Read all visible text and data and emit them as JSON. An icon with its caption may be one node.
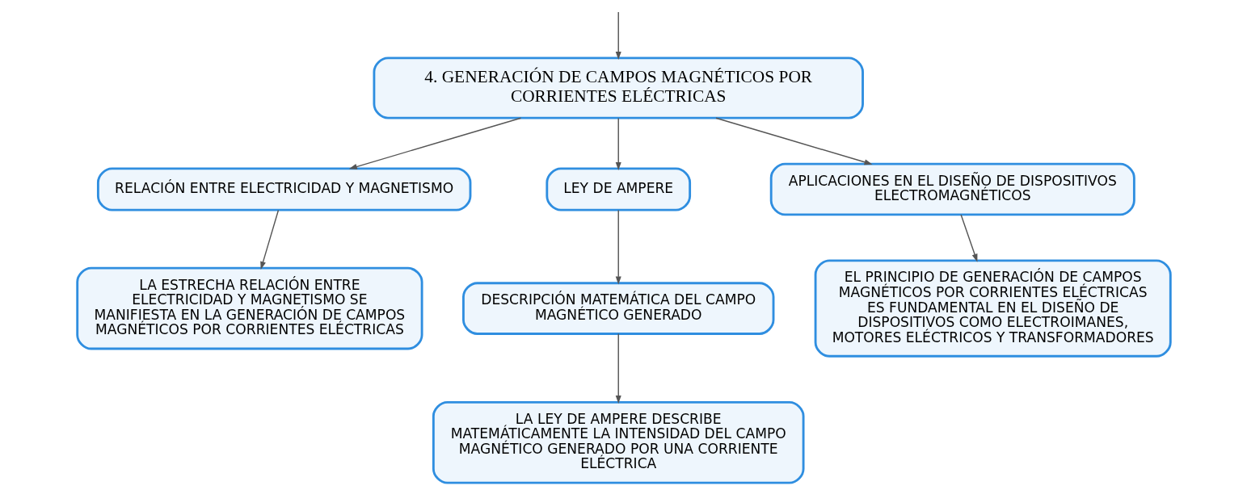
{
  "diagram": {
    "nodes": [
      {
        "text": [
          "4. GENERACIÓN DE CAMPOS MAGNÉTICOS POR CORRIENTES ELÉCTRICAS"
        ]
      },
      {
        "text": [
          "RELACIÓN ENTRE ELECTRICIDAD Y MAGNETISMO"
        ]
      },
      {
        "text": [
          "LEY DE AMPERE"
        ]
      },
      {
        "text": [
          "APLICACIONES EN EL DISEÑO DE DISPOSITIVOS ELECTROMAGNÉTICOS"
        ]
      },
      {
        "text": [
          "LA ESTRECHA RELACIÓN ENTRE ELECTRICIDAD Y MAGNETISMO SE MANIFIESTA EN LA GENERACIÓN DE CAMPOS MAGNÉTICOS POR CORRIENTES ELÉCTRICAS"
        ]
      },
      {
        "text": [
          "DESCRIPCIÓN MATEMÁTICA DEL CAMPO MAGNÉTICO GENERADO"
        ]
      },
      {
        "text": [
          "LA LEY DE AMPERE DESCRIBE MATEMÁTICAMENTE LA INTENSIDAD DEL CAMPO MAGNÉTICO GENERADO POR UNA CORRIENTE ELÉCTRICA"
        ]
      },
      {
        "text": [
          "EL PRINCIPIO DE GENERACIÓN DE CAMPOS MAGNÉTICOS POR CORRIENTES ELÉCTRICAS ES FUNDAMENTAL EN EL DISEÑO DE DISPOSITIVOS COMO ELECTROIMANES, MOTORES ELÉCTRICOS Y TRANSFORMADORES"
        ]
      }
    ],
    "edges": [
      {
        "from": null,
        "to": 0,
        "arrow": "to"
      },
      {
        "from": 0,
        "to": 1,
        "arrow": "to"
      },
      {
        "from": 0,
        "to": 2,
        "arrow": "to"
      },
      {
        "from": 0,
        "to": 3,
        "arrow": "to"
      },
      {
        "from": 1,
        "to": 4,
        "arrow": "to"
      },
      {
        "from": 2,
        "to": 5,
        "arrow": "to"
      },
      {
        "from": 5,
        "to": 6,
        "arrow": "to"
      },
      {
        "from": 3,
        "to": 7,
        "arrow": "to"
      }
    ]
  }
}
